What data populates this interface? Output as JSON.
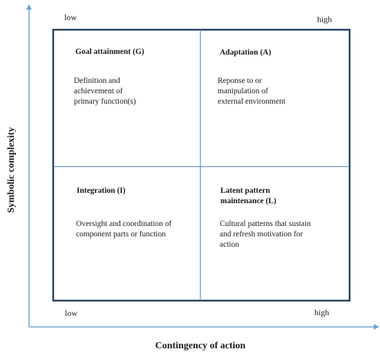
{
  "axes": {
    "x_label": "Contingency of action",
    "y_label": "Symbolic complexity"
  },
  "corners": {
    "top_left": "low",
    "top_right": "high",
    "bottom_left": "low",
    "bottom_right": "high"
  },
  "quadrants": {
    "goal": {
      "title": "Goal attainment (G)",
      "description": "Definition and\nachievement of\nprimary function(s)"
    },
    "adaptation": {
      "title": "Adaptation (A)",
      "description": "Reponse to or\nmanipulation of\nexternal environment"
    },
    "integration": {
      "title": "Integration (I)",
      "description": "Oversight and coordination of\ncomponent parts or function"
    },
    "latency": {
      "title": "Latent pattern\nmaintenance (L)",
      "description": "Cultural patterns that sustain\nand refresh motivation for\naction"
    }
  },
  "colors": {
    "frame": "#1f3b5a",
    "divider": "#5b8fb9",
    "axis_arrow": "#6fa0cf",
    "text": "#1a1a1a"
  }
}
